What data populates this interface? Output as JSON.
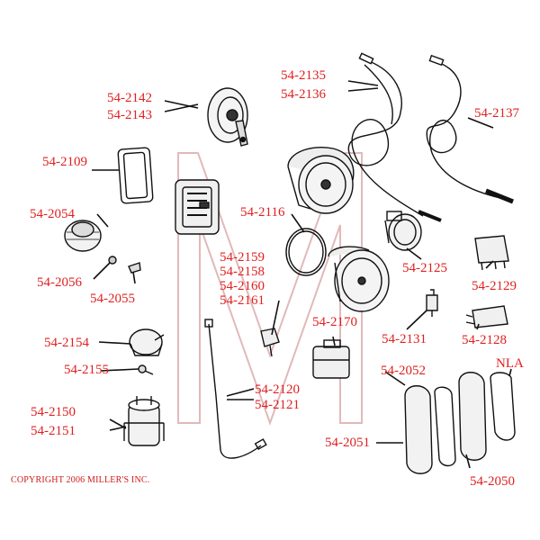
{
  "copyright": "COPYRIGHT 2006 MILLER'S INC.",
  "watermark": "M",
  "colors": {
    "label": "#e02020",
    "line": "#111111",
    "watermark": "#d9a8a8"
  },
  "labels": {
    "p2142": "54-2142",
    "p2143": "54-2143",
    "p2135": "54-2135",
    "p2136": "54-2136",
    "p2137": "54-2137",
    "p2109": "54-2109",
    "p2054": "54-2054",
    "p2116": "54-2116",
    "p2056": "54-2056",
    "p2055": "54-2055",
    "p2159": "54-2159",
    "p2158": "54-2158",
    "p2160": "54-2160",
    "p2161": "54-2161",
    "p2125": "54-2125",
    "p2129": "54-2129",
    "p2170": "54-2170",
    "p2154": "54-2154",
    "p2155": "54-2155",
    "p2131": "54-2131",
    "p2128": "54-2128",
    "p2052": "54-2052",
    "nla": "NLA",
    "p2120": "54-2120",
    "p2121": "54-2121",
    "p2150": "54-2150",
    "p2151": "54-2151",
    "p2051": "54-2051",
    "p2050": "54-2050"
  }
}
